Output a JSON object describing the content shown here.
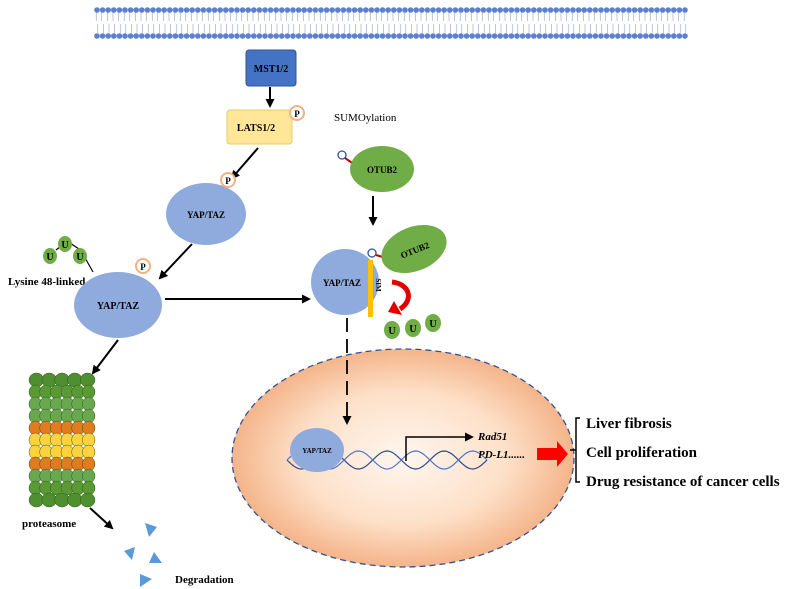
{
  "diagram": {
    "kinase_1": "MST1/2",
    "kinase_2": "LATS1/2",
    "phospho_mark": "P",
    "yap_taz": "YAP/TAZ",
    "ubiquitin_mark": "U",
    "linkage_label": "Lysine 48-linked",
    "proteasome_label": "proteasome",
    "degradation_label": "Degradation",
    "sumo_label": "SUMOylation",
    "deubiquitinase": "OTUB2",
    "sim_label": "SIM",
    "target_gene_1": "Rad51",
    "target_gene_2": "PD-L1......",
    "outcomes": [
      "Liver fibrosis",
      "Cell proliferation",
      "Drug resistance of cancer cells"
    ]
  },
  "colors": {
    "membrane_head": "#5b7fd1",
    "kinase_1_fill": "#4472c4",
    "kinase_2_fill": "#ffe699",
    "protein_fill": "#8faadc",
    "otub2_fill": "#70ad47",
    "ubiquitin_fill": "#70ad47",
    "phospho_ring": "#f4b183",
    "nucleus_core": "#fde3cf",
    "nucleus_edge": "#f4b183",
    "nucleus_border": "#2f5597",
    "arrow_red": "#ff0000",
    "sim_bar": "#ffc000"
  }
}
